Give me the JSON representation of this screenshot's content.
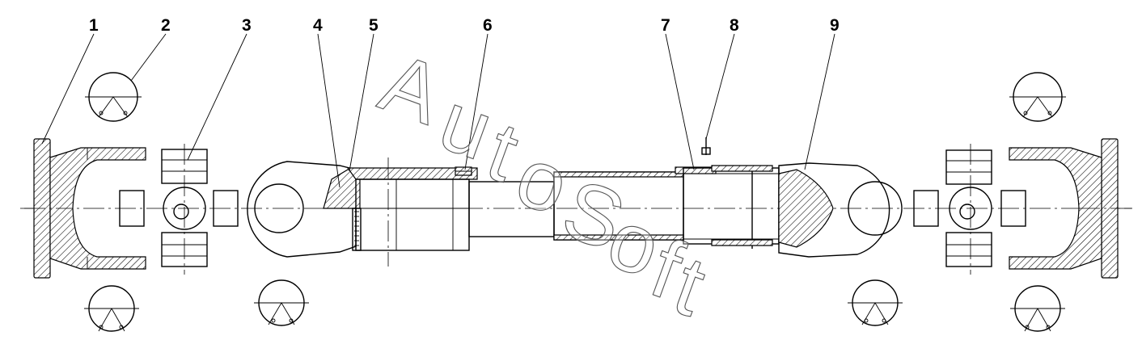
{
  "callouts": [
    "1",
    "2",
    "3",
    "4",
    "5",
    "6",
    "7",
    "8",
    "9"
  ],
  "watermark": {
    "letters": [
      "A",
      "u",
      "t",
      "o",
      "S",
      "o",
      "f",
      "t"
    ]
  },
  "colors": {
    "line": "#000000",
    "background": "#ffffff",
    "watermark_outline": "#555555"
  }
}
